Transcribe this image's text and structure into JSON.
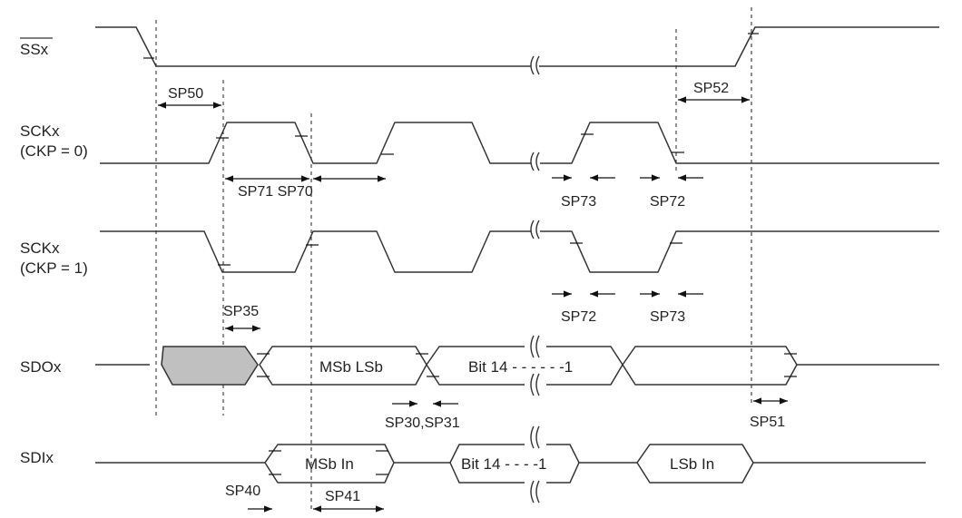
{
  "signals": {
    "ss": "SSx",
    "sck0": [
      "SCKx",
      "(CKP = 0)"
    ],
    "sck1": [
      "SCKx",
      "(CKP = 1)"
    ],
    "sdo": "SDOx",
    "sdi": "SDIx"
  },
  "data_labels": {
    "sdo_msb_lsb": "MSb LSb",
    "sdo_bit14": "Bit 14 - - - - - -1",
    "sdi_msb": "MSb In",
    "sdi_bit14": "Bit 14 - - - -1",
    "sdi_lsb": "LSb In"
  },
  "timing": {
    "sp50": "SP50",
    "sp52": "SP52",
    "sp71_sp70": "SP71 SP70",
    "sp73_a": "SP73",
    "sp72_a": "SP72",
    "sp72_b": "SP72",
    "sp73_b": "SP73",
    "sp35": "SP35",
    "sp30_31": "SP30,SP31",
    "sp51": "SP51",
    "sp40": "SP40",
    "sp41": "SP41"
  },
  "colors": {
    "line": "#333333",
    "shade": "#c0c0c0"
  }
}
